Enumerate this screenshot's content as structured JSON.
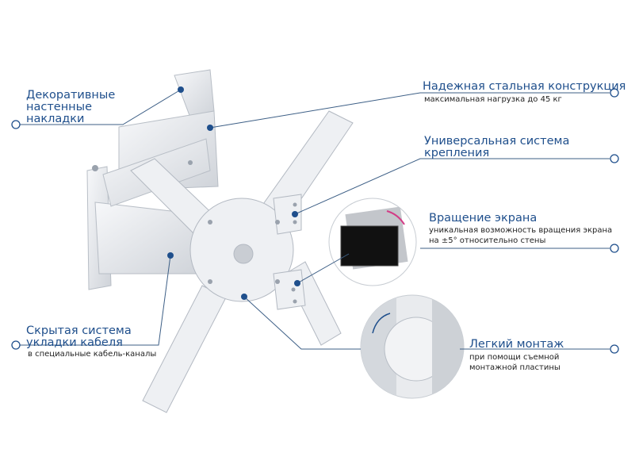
{
  "callouts": {
    "decorative": {
      "title_lines": [
        "Декоративные",
        "настенные",
        "накладки"
      ]
    },
    "steel": {
      "title": "Надежная стальная конструкция",
      "subtitle": "максимальная нагрузка до 45 кг"
    },
    "universal": {
      "title_lines": [
        "Универсальная система",
        "крепления"
      ]
    },
    "rotation": {
      "title": "Вращение экрана",
      "subtitle_lines": [
        "уникальная возможность вращения экрана",
        "на ±5° относительно стены"
      ]
    },
    "cable": {
      "title_lines": [
        "Скрытая система",
        "укладки кабеля"
      ],
      "subtitle": "в специальные кабель-каналы"
    },
    "easy_mount": {
      "title": "Легкий монтаж",
      "subtitle_lines": [
        "при помощи съемной",
        "монтажной пластины"
      ]
    }
  },
  "colors": {
    "title": "#1f4f8c",
    "leader": "#3d5f86",
    "dot": "#1f4f8c",
    "mount": "#eef0f3",
    "mount_shade": "#c9cdd3"
  }
}
